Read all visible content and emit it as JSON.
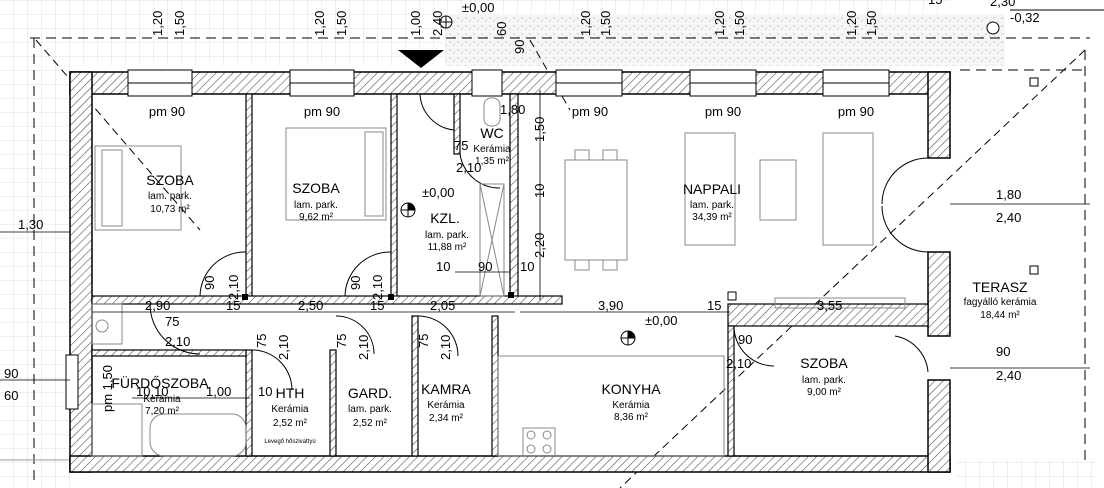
{
  "rooms": [
    {
      "id": "szoba1",
      "name": "SZOBA",
      "floor": "lam. park.",
      "area": "10,73 m²"
    },
    {
      "id": "szoba2",
      "name": "SZOBA",
      "floor": "lam. park.",
      "area": "9,62 m²"
    },
    {
      "id": "wc",
      "name": "WC",
      "floor": "Kerámia",
      "area": "1,35 m²"
    },
    {
      "id": "kzl",
      "name": "KZL.",
      "floor": "lam. park.",
      "area": "11,88 m²"
    },
    {
      "id": "nappali",
      "name": "NAPPALI",
      "floor": "lam. park.",
      "area": "34,39 m²"
    },
    {
      "id": "terasz",
      "name": "TERASZ",
      "floor": "fagyálló kerámia",
      "area": "18,44 m²"
    },
    {
      "id": "furdo",
      "name": "FÜRDŐSZOBA",
      "floor": "Kerámia",
      "area": "7,20 m²"
    },
    {
      "id": "hth",
      "name": "HTH",
      "floor": "Kerámia",
      "area": "2,52 m²"
    },
    {
      "id": "gard",
      "name": "GARD.",
      "floor": "lam. park.",
      "area": "2,52 m²"
    },
    {
      "id": "kamra",
      "name": "KAMRA",
      "floor": "Kerámia",
      "area": "2,34 m²"
    },
    {
      "id": "konyha",
      "name": "KONYHA",
      "floor": "Kerámia",
      "area": "8,36 m²"
    },
    {
      "id": "szoba3",
      "name": "SZOBA",
      "floor": "lam. park.",
      "area": "9,00 m²"
    }
  ],
  "notes": {
    "levego": "Levegő hőszivattyú",
    "level_pm": "pm 90",
    "level_hall": "±0,00",
    "level_center": "±0,00",
    "level_top": "±0,00",
    "level_ext": "-0,32",
    "dim_top_right": "2,30",
    "dim_top_right2": "15"
  },
  "dims": {
    "top": [
      "1,20",
      "1,50",
      "1,20",
      "1,50",
      "1,00",
      "2,40",
      "60",
      "1,20",
      "1,50",
      "1,20",
      "1,50",
      "1,20",
      "1,50"
    ],
    "win_wc": "1,80",
    "w90": "90",
    "left_130": "1,30",
    "left_90": "90",
    "left_60": "60",
    "terasz_180": "1,80",
    "terasz_240": "2,40",
    "terasz_90": "90",
    "terasz_240b": "2,40",
    "wc_75": "75",
    "wc_210": "2,10",
    "v150": "1,50",
    "v10": "10",
    "v220": "2,20",
    "k10a": "10",
    "k90": "90",
    "k10b": "10",
    "d90a": "90",
    "d210a": "2,10",
    "d90b": "90",
    "d210b": "2,10",
    "r290": "2,90",
    "r15a": "15",
    "r250": "2,50",
    "r15b": "15",
    "r205": "2,05",
    "r390": "3,90",
    "r15c": "15",
    "r355": "3,55",
    "b75": "75",
    "b210": "2,10",
    "h75": "75",
    "h210": "2,10",
    "g75": "75",
    "g210": "2,10",
    "km75": "75",
    "km210": "2,10",
    "s90": "90",
    "s210": "2,10",
    "pm150": "pm 1,50",
    "f100": "1,00",
    "f10": "10",
    "f10b": "10,10"
  }
}
